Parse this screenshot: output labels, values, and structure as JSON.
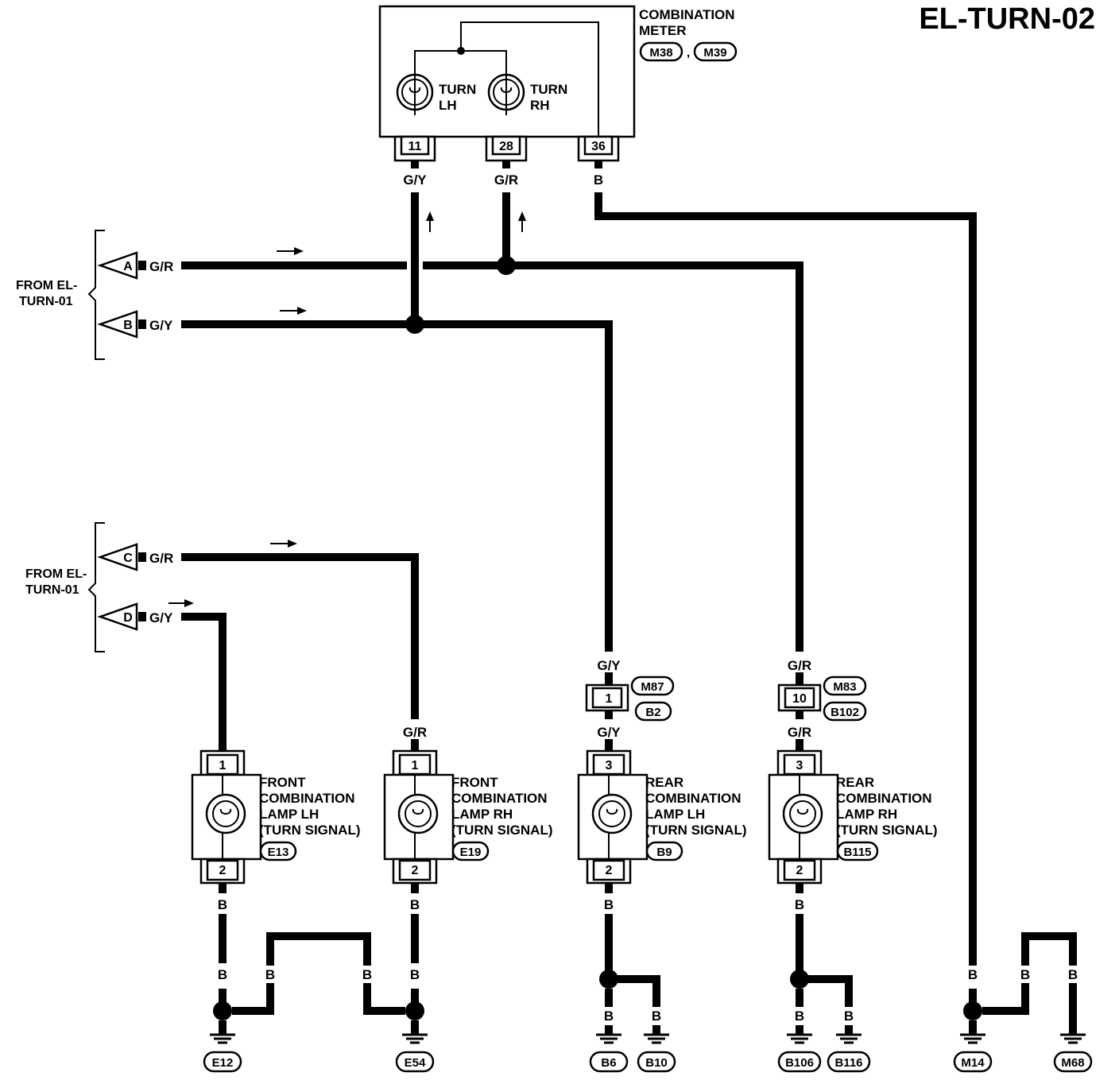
{
  "title": "EL-TURN-02",
  "meter": {
    "name_l1": "COMBINATION",
    "name_l2": "METER",
    "conn_a": "M38",
    "conn_sep": ",",
    "conn_b": "M39",
    "turn_lh_l1": "TURN",
    "turn_lh_l2": "LH",
    "turn_rh_l1": "TURN",
    "turn_rh_l2": "RH",
    "pin_lh": "11",
    "pin_rh": "28",
    "pin_gnd": "36"
  },
  "colors": {
    "gy": "G/Y",
    "gr": "G/R",
    "b": "B"
  },
  "from_top": {
    "l1": "FROM EL-",
    "l2": "TURN-01",
    "a": "A",
    "b": "B"
  },
  "from_bottom": {
    "l1": "FROM EL-",
    "l2": "TURN-01",
    "c": "C",
    "d": "D"
  },
  "midconn": {
    "left_pin": "1",
    "left_top": "M87",
    "left_bot": "B2",
    "right_pin": "10",
    "right_top": "M83",
    "right_bot": "B102"
  },
  "lamps": [
    {
      "l1": "FRONT",
      "l2": "COMBINATION",
      "l3": "LAMP LH",
      "l4": "(TURN SIGNAL)",
      "conn": "E13",
      "pin_top": "1",
      "pin_bot": "2"
    },
    {
      "l1": "FRONT",
      "l2": "COMBINATION",
      "l3": "LAMP RH",
      "l4": "(TURN SIGNAL)",
      "conn": "E19",
      "pin_top": "1",
      "pin_bot": "2"
    },
    {
      "l1": "REAR",
      "l2": "COMBINATION",
      "l3": "LAMP LH",
      "l4": "(TURN SIGNAL)",
      "conn": "B9",
      "pin_top": "3",
      "pin_bot": "2"
    },
    {
      "l1": "REAR",
      "l2": "COMBINATION",
      "l3": "LAMP RH",
      "l4": "(TURN SIGNAL)",
      "conn": "B115",
      "pin_top": "3",
      "pin_bot": "2"
    }
  ],
  "grounds": [
    "E12",
    "E54",
    "B6",
    "B10",
    "B106",
    "B116",
    "M14",
    "M68"
  ]
}
